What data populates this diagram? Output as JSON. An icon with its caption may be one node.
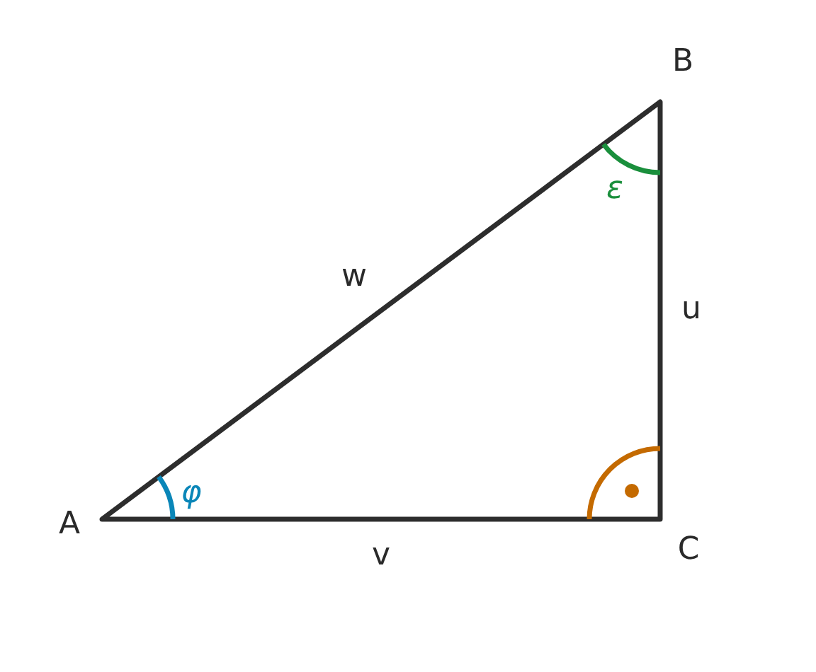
{
  "diagram": {
    "labels": [
      "B",
      "ε",
      "w",
      "u",
      "φ",
      "A",
      "v",
      "C"
    ]
  }
}
